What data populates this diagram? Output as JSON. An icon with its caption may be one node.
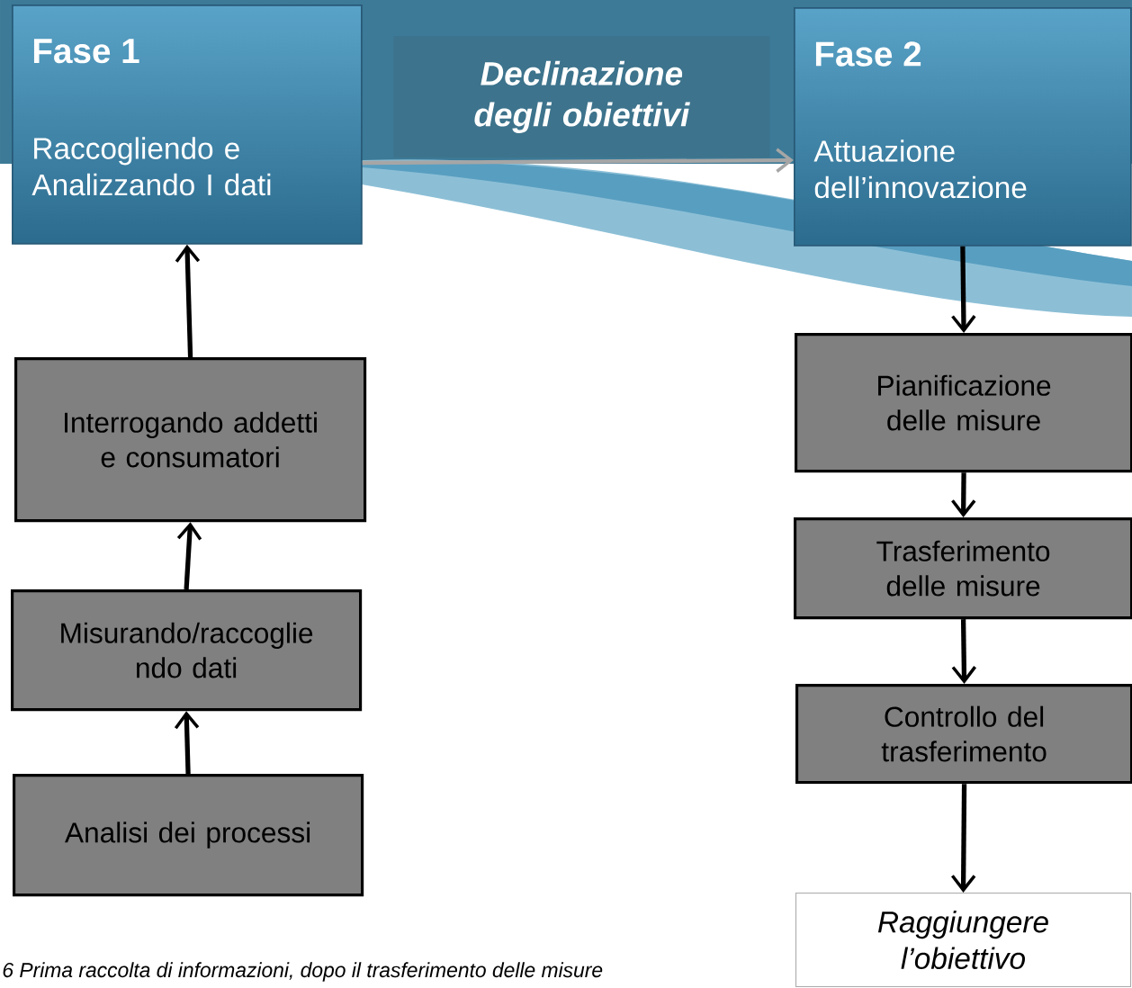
{
  "diagram": {
    "caption": "6 Prima raccolta di informazioni, dopo il trasferimento delle misure",
    "nodes": [
      {
        "text": [
          "Fase 1",
          "Raccogliendo e Analizzando I dati"
        ]
      },
      {
        "text": [
          "Declinazione degli obiettivi"
        ]
      },
      {
        "text": [
          "Fase 2",
          "Attuazione dell’innovazione"
        ]
      },
      {
        "text": [
          "Interrogando addetti e consumatori"
        ]
      },
      {
        "text": [
          "Misurando/raccoglie ndo dati"
        ]
      },
      {
        "text": [
          "Analisi dei processi"
        ]
      },
      {
        "text": [
          "Pianificazione delle misure"
        ]
      },
      {
        "text": [
          "Trasferimento delle misure"
        ]
      },
      {
        "text": [
          "Controllo del trasferimento"
        ]
      },
      {
        "text": [
          "Raggiungere l’obiettivo"
        ]
      }
    ],
    "edges": [
      {
        "from": 0,
        "to": 2,
        "arrow": "to",
        "color": "#a6a6a6"
      },
      {
        "from": 5,
        "to": 4,
        "arrow": "to"
      },
      {
        "from": 4,
        "to": 3,
        "arrow": "to"
      },
      {
        "from": 3,
        "to": 0,
        "arrow": "to"
      },
      {
        "from": 2,
        "to": 6,
        "arrow": "to"
      },
      {
        "from": 6,
        "to": 7,
        "arrow": "to"
      },
      {
        "from": 7,
        "to": 8,
        "arrow": "to"
      },
      {
        "from": 8,
        "to": 9,
        "arrow": "to"
      }
    ]
  }
}
